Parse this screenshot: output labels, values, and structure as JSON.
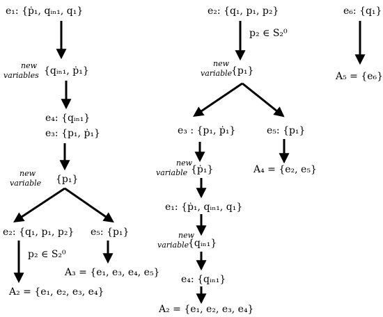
{
  "nodes": {
    "l_e1": "e₁: {ṗ₁, qᵢₙ₁, q₁}",
    "l_qin_p": "{qᵢₙ₁, ṗ₁}",
    "l_e4": "e₄: {qᵢₙ₁}",
    "l_e3": "e₃: {p₁, ṗ₁}",
    "l_p1": "{p₁}",
    "l_e2": "e₂: {q₁, p₁, p₂}",
    "l_e5": "e₅: {p₁}",
    "l_A2": "A₂ = {e₁, e₂, e₃, e₄}",
    "l_A3": "A₃ = {e₁, e₃, e₄, e₅}",
    "m_e2": "e₂: {q₁, p₁, p₂}",
    "m_p1": "{p₁}",
    "m_e3": "e₃ : {p₁, ṗ₁}",
    "m_e5": "e₅: {p₁}",
    "m_pdot": "{ṗ₁}",
    "m_A4": "A₄ = {e₂, e₅}",
    "m_e1": "e₁: {ṗ₁, qᵢₙ₁, q₁}",
    "m_qin": "{qᵢₙ₁}",
    "m_e4": "e₄: {qᵢₙ₁}",
    "m_A2": "A₂ = {e₁, e₂, e₃, e₄}",
    "r_e6": "e₆: {q₁}",
    "r_A5": "A₅ = {e₆}"
  },
  "notes": {
    "l_new": "new",
    "l_variables": "variables",
    "l_new2": "new",
    "l_variable2": "variable",
    "m_new": "new",
    "m_variable": "variable",
    "m_new2": "new",
    "m_variable2": "variable",
    "m_new3": "new",
    "m_variable3": "variable"
  },
  "conditions": {
    "left": "p₂ ∈ S₂⁰",
    "middle": "p₂ ∈ S₂⁰"
  }
}
